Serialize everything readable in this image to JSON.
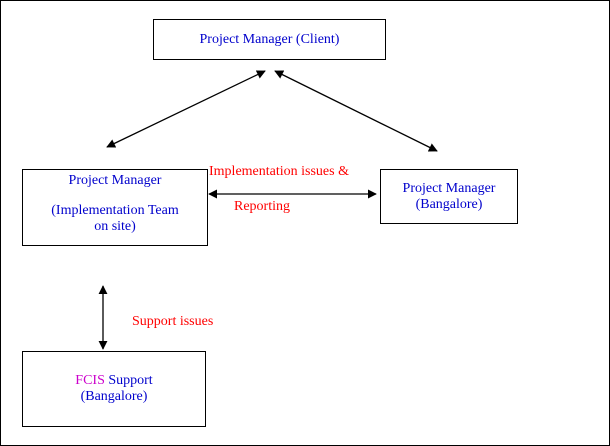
{
  "diagram": {
    "pm_client": "Project Manager (Client)",
    "pm_local": {
      "title": "Project Manager",
      "line2": "(Implementation Team",
      "line3": "on site)"
    },
    "pm_blr": {
      "title": "Project Manager",
      "subtitle": "(Bangalore)"
    },
    "fcis": {
      "prefix": "FCIS",
      "word": "Support",
      "location": "(Bangalore)"
    },
    "labels": {
      "implementation_1": "Implementation issues &",
      "implementation_2": "Reporting",
      "support": "Support issues"
    }
  },
  "colors": {
    "box_text": "#0000cc",
    "label_text": "#ff0000",
    "fcis_prefix": "#cc00cc",
    "border": "#000000"
  }
}
